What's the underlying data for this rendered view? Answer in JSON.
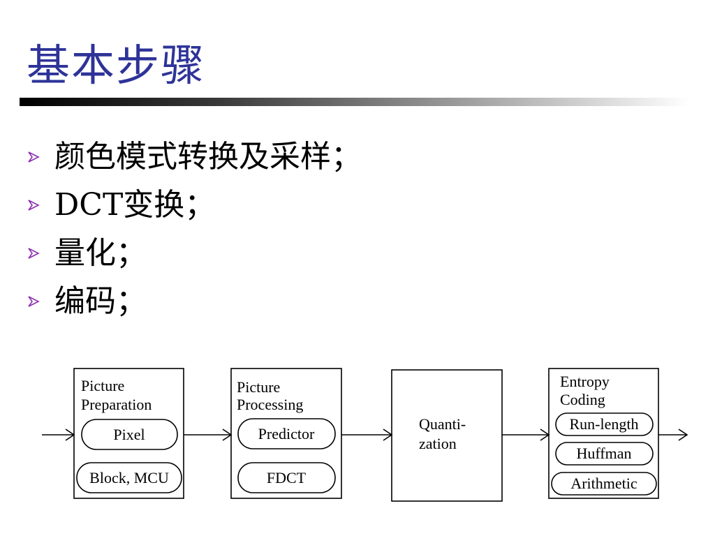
{
  "slide": {
    "title": "基本步骤",
    "bullets": [
      "颜色模式转换及采样；",
      "DCT变换；",
      "量化；",
      "编码；"
    ],
    "accent_color": "#2e3399",
    "bullet_icon": "arrow-bullet-icon"
  },
  "diagram": {
    "stage1": {
      "title_line1": "Picture",
      "title_line2": "Preparation",
      "items": [
        "Pixel",
        "Block, MCU"
      ]
    },
    "stage2": {
      "title_line1": "Picture",
      "title_line2": "Processing",
      "items": [
        "Predictor",
        "FDCT"
      ]
    },
    "stage3": {
      "title_line1": "Quanti-",
      "title_line2": "zation"
    },
    "stage4": {
      "title_line1": "Entropy",
      "title_line2": "Coding",
      "items": [
        "Run-length",
        "Huffman",
        "Arithmetic"
      ]
    }
  }
}
